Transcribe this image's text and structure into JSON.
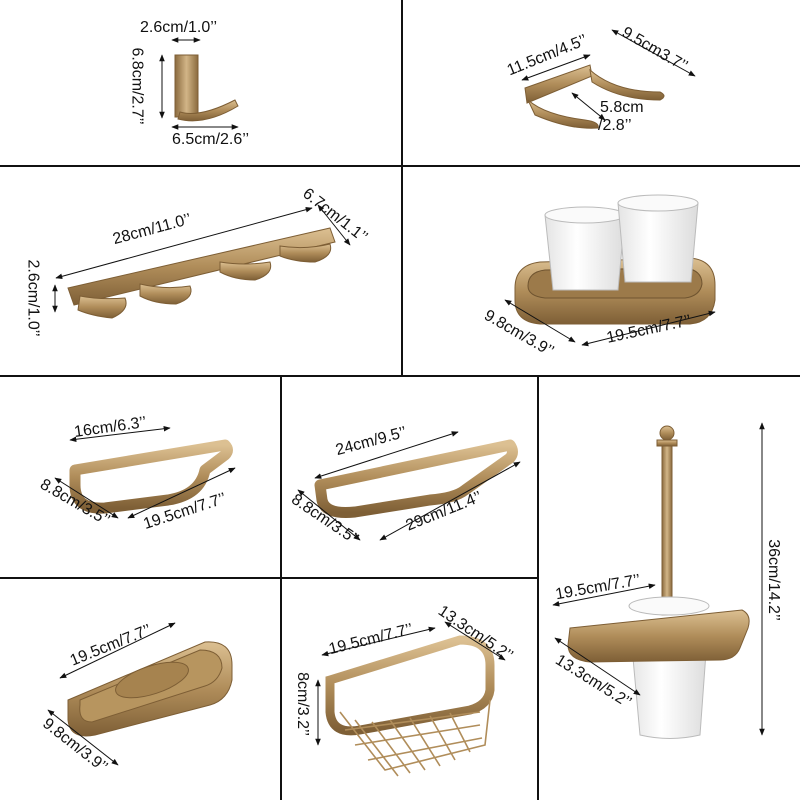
{
  "colors": {
    "brass_light": "#c9a979",
    "brass_mid": "#a98552",
    "brass_dark": "#7d5e35",
    "ceramic": "#f7f7f7",
    "line": "#111111"
  },
  "panels": {
    "single_hook": {
      "width": "2.6cm/1.0’’",
      "height": "6.8cm/2.7’’",
      "depth": "6.5cm/2.6’’"
    },
    "double_hook": {
      "length": "11.5cm/4.5’’",
      "width": "9.5cm3.7’’",
      "depth_a": "5.8cm",
      "depth_b": "/2.8’’"
    },
    "robe_rail": {
      "length": "28cm/11.0’’",
      "depth": "6.7cm/1.1’’",
      "height": "2.6cm/1.0’’"
    },
    "cup_holder": {
      "depth": "9.8cm/3.9’’",
      "width": "19.5cm/7.7’’"
    },
    "paper_holder": {
      "length": "16cm/6.3’’",
      "depth": "8.8cm/3.5’’",
      "width": "19.5cm/7.7’’"
    },
    "towel_bar": {
      "length": "24cm/9.5’’",
      "depth": "8.8cm/3.5’’",
      "width": "29cm/11.4’’"
    },
    "brush_holder": {
      "height": "36cm/14.2’’",
      "width": "19.5cm/7.7’’",
      "depth": "13.3cm/5.2’’"
    },
    "soap_dish": {
      "width": "19.5cm/7.7’’",
      "depth": "9.8cm/3.9’’"
    },
    "paper_basket": {
      "width": "19.5cm/7.7’’",
      "depth": "13.3cm/5.2’’",
      "height": "8cm/3.2’’"
    }
  }
}
